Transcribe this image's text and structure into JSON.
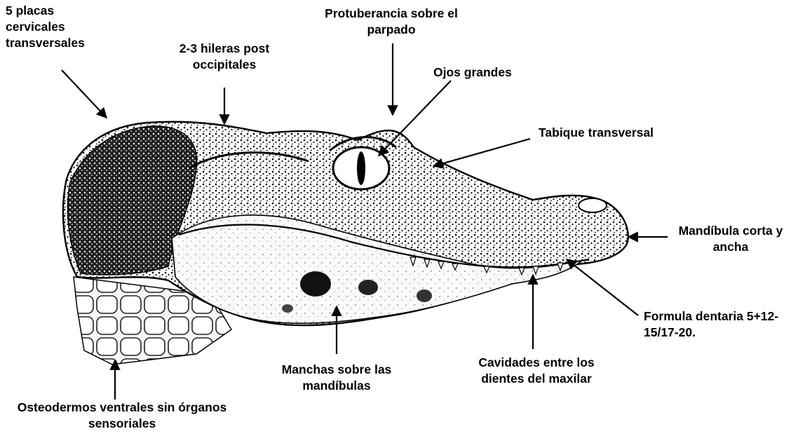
{
  "colors": {
    "ink": "#000000",
    "paper": "#ffffff",
    "belly": "#f4f4f4"
  },
  "labels": {
    "cervical_plates": [
      "5 placas",
      "cervicales",
      "transversales"
    ],
    "post_occipital_rows": [
      "2-3 hileras post",
      "occipitales"
    ],
    "eyelid_protuberance": [
      "Protuberancia sobre el",
      "parpado"
    ],
    "big_eyes": [
      "Ojos grandes"
    ],
    "transverse_septum": [
      "Tabique transversal"
    ],
    "short_wide_jaw": [
      "Mandíbula corta y",
      "ancha"
    ],
    "dental_formula": [
      "Formula dentaria 5+12-",
      "15/17-20."
    ],
    "maxillary_cavities": [
      "Cavidades entre los",
      "dientes del maxilar"
    ],
    "jaw_spots": [
      "Manchas sobre las",
      "mandíbulas"
    ],
    "ventral_osteoderms": [
      "Osteodermos ventrales sin órganos",
      "sensoriales"
    ]
  }
}
